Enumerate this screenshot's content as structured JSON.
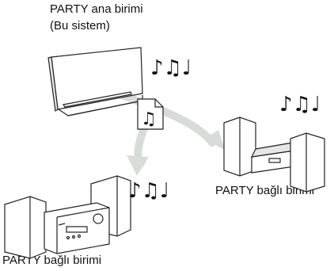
{
  "labels": {
    "party_host": "PARTY ana birimi",
    "party_host_sub": "(Bu sistem)",
    "party_guest_right": "PARTY bağlı birimi",
    "party_guest_left": "PARTY bağlı birimi"
  },
  "colors": {
    "arrow": "#d8dcd8",
    "line": "#222222",
    "fill": "#ffffff",
    "shade": "#e6e6e6"
  },
  "icons": [
    "music-notes-icon",
    "music-file-icon",
    "curved-arrow-icon"
  ]
}
